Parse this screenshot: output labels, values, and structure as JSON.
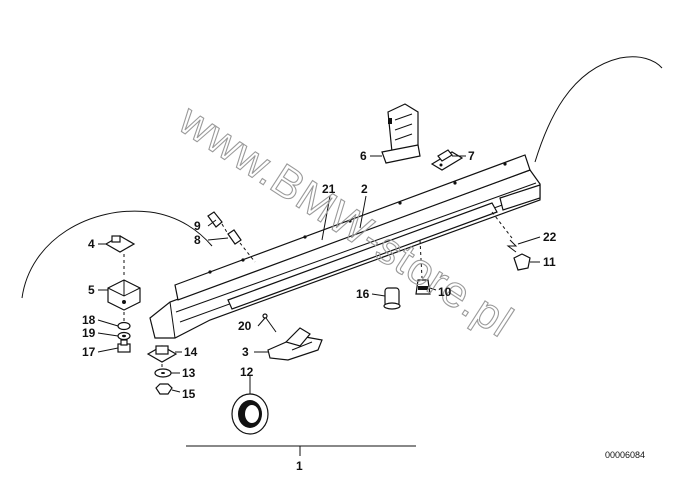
{
  "watermark": "www.BMW-store.pl",
  "diagram_code": "00006084",
  "callouts": [
    {
      "id": "1",
      "label": "1"
    },
    {
      "id": "2",
      "label": "2"
    },
    {
      "id": "3",
      "label": "3"
    },
    {
      "id": "4",
      "label": "4"
    },
    {
      "id": "5",
      "label": "5"
    },
    {
      "id": "6",
      "label": "6"
    },
    {
      "id": "7",
      "label": "7"
    },
    {
      "id": "8",
      "label": "8"
    },
    {
      "id": "9",
      "label": "9"
    },
    {
      "id": "10",
      "label": "10"
    },
    {
      "id": "11",
      "label": "11"
    },
    {
      "id": "12",
      "label": "12"
    },
    {
      "id": "13",
      "label": "13"
    },
    {
      "id": "14",
      "label": "14"
    },
    {
      "id": "15",
      "label": "15"
    },
    {
      "id": "16",
      "label": "16"
    },
    {
      "id": "17",
      "label": "17"
    },
    {
      "id": "18",
      "label": "18"
    },
    {
      "id": "19",
      "label": "19"
    },
    {
      "id": "20",
      "label": "20"
    },
    {
      "id": "21",
      "label": "21"
    },
    {
      "id": "22",
      "label": "22"
    }
  ]
}
